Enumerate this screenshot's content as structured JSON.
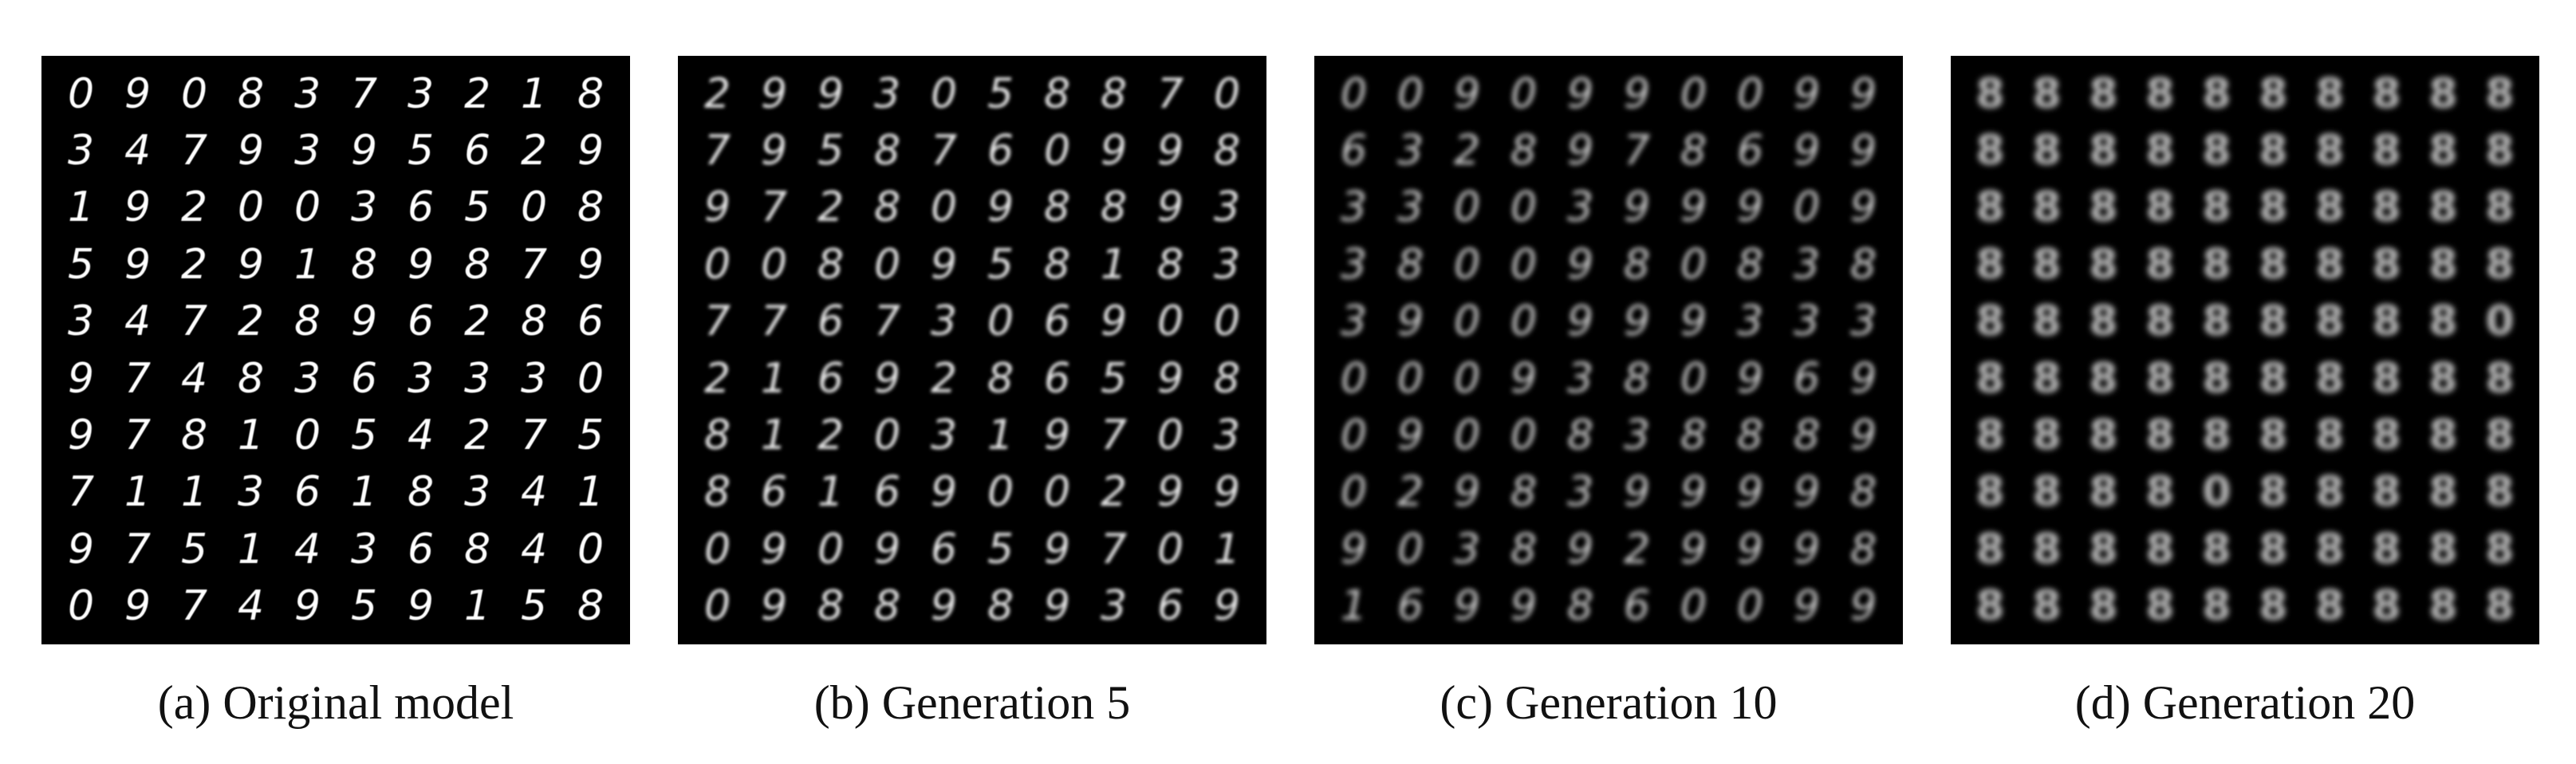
{
  "figure": {
    "panels": [
      {
        "id": "a",
        "caption": "(a) Original model",
        "grid": [
          [
            "0",
            "9",
            "0",
            "8",
            "3",
            "7",
            "3",
            "2",
            "1",
            "8"
          ],
          [
            "3",
            "4",
            "7",
            "9",
            "3",
            "9",
            "5",
            "6",
            "2",
            "9"
          ],
          [
            "1",
            "9",
            "2",
            "0",
            "0",
            "3",
            "6",
            "5",
            "0",
            "8"
          ],
          [
            "5",
            "9",
            "2",
            "9",
            "1",
            "8",
            "9",
            "8",
            "7",
            "9"
          ],
          [
            "3",
            "4",
            "7",
            "2",
            "8",
            "9",
            "6",
            "2",
            "8",
            "6"
          ],
          [
            "9",
            "7",
            "4",
            "8",
            "3",
            "6",
            "3",
            "3",
            "3",
            "0"
          ],
          [
            "9",
            "7",
            "8",
            "1",
            "0",
            "5",
            "4",
            "2",
            "7",
            "5"
          ],
          [
            "7",
            "1",
            "1",
            "3",
            "6",
            "1",
            "8",
            "3",
            "4",
            "1"
          ],
          [
            "9",
            "7",
            "5",
            "1",
            "4",
            "3",
            "6",
            "8",
            "4",
            "0"
          ],
          [
            "0",
            "9",
            "7",
            "4",
            "9",
            "5",
            "9",
            "1",
            "5",
            "8"
          ]
        ]
      },
      {
        "id": "b",
        "caption": "(b) Generation 5",
        "grid": [
          [
            "2",
            "9",
            "9",
            "3",
            "0",
            "5",
            "8",
            "8",
            "7",
            "0"
          ],
          [
            "7",
            "9",
            "5",
            "8",
            "7",
            "6",
            "0",
            "9",
            "9",
            "8"
          ],
          [
            "9",
            "7",
            "2",
            "8",
            "0",
            "9",
            "8",
            "8",
            "9",
            "3"
          ],
          [
            "0",
            "0",
            "8",
            "0",
            "9",
            "5",
            "8",
            "1",
            "8",
            "3"
          ],
          [
            "7",
            "7",
            "6",
            "7",
            "3",
            "0",
            "6",
            "9",
            "0",
            "0"
          ],
          [
            "2",
            "1",
            "6",
            "9",
            "2",
            "8",
            "6",
            "5",
            "9",
            "8"
          ],
          [
            "8",
            "1",
            "2",
            "0",
            "3",
            "1",
            "9",
            "7",
            "0",
            "3"
          ],
          [
            "8",
            "6",
            "1",
            "6",
            "9",
            "0",
            "0",
            "2",
            "9",
            "9"
          ],
          [
            "0",
            "9",
            "0",
            "9",
            "6",
            "5",
            "9",
            "7",
            "0",
            "1"
          ],
          [
            "0",
            "9",
            "8",
            "8",
            "9",
            "8",
            "9",
            "3",
            "6",
            "9"
          ]
        ]
      },
      {
        "id": "c",
        "caption": "(c) Generation 10",
        "grid": [
          [
            "0",
            "0",
            "9",
            "0",
            "9",
            "9",
            "0",
            "0",
            "9",
            "9"
          ],
          [
            "6",
            "3",
            "2",
            "8",
            "9",
            "7",
            "8",
            "6",
            "9",
            "9"
          ],
          [
            "3",
            "3",
            "0",
            "0",
            "3",
            "9",
            "9",
            "9",
            "0",
            "9"
          ],
          [
            "3",
            "8",
            "0",
            "0",
            "9",
            "8",
            "0",
            "8",
            "3",
            "8"
          ],
          [
            "3",
            "9",
            "0",
            "0",
            "9",
            "9",
            "9",
            "3",
            "3",
            "3"
          ],
          [
            "0",
            "0",
            "0",
            "9",
            "3",
            "8",
            "0",
            "9",
            "6",
            "9"
          ],
          [
            "0",
            "9",
            "0",
            "0",
            "8",
            "3",
            "8",
            "8",
            "8",
            "9"
          ],
          [
            "0",
            "2",
            "9",
            "8",
            "3",
            "9",
            "9",
            "9",
            "9",
            "8"
          ],
          [
            "9",
            "0",
            "3",
            "8",
            "9",
            "2",
            "9",
            "9",
            "9",
            "8"
          ],
          [
            "1",
            "6",
            "9",
            "9",
            "8",
            "6",
            "0",
            "0",
            "9",
            "9"
          ]
        ]
      },
      {
        "id": "d",
        "caption": "(d) Generation 20",
        "grid": [
          [
            "8",
            "8",
            "8",
            "8",
            "8",
            "8",
            "8",
            "8",
            "8",
            "8"
          ],
          [
            "8",
            "8",
            "8",
            "8",
            "8",
            "8",
            "8",
            "8",
            "8",
            "8"
          ],
          [
            "8",
            "8",
            "8",
            "8",
            "8",
            "8",
            "8",
            "8",
            "8",
            "8"
          ],
          [
            "8",
            "8",
            "8",
            "8",
            "8",
            "8",
            "8",
            "8",
            "8",
            "8"
          ],
          [
            "8",
            "8",
            "8",
            "8",
            "8",
            "8",
            "8",
            "8",
            "8",
            "0"
          ],
          [
            "8",
            "8",
            "8",
            "8",
            "8",
            "8",
            "8",
            "8",
            "8",
            "8"
          ],
          [
            "8",
            "8",
            "8",
            "8",
            "8",
            "8",
            "8",
            "8",
            "8",
            "8"
          ],
          [
            "8",
            "8",
            "8",
            "8",
            "0",
            "8",
            "8",
            "8",
            "8",
            "8"
          ],
          [
            "8",
            "8",
            "8",
            "8",
            "8",
            "8",
            "8",
            "8",
            "8",
            "8"
          ],
          [
            "8",
            "8",
            "8",
            "8",
            "8",
            "8",
            "8",
            "8",
            "8",
            "8"
          ]
        ]
      }
    ]
  },
  "colors": {
    "panel_background": "#000000",
    "page_background": "#ffffff",
    "caption_text": "#111111"
  }
}
